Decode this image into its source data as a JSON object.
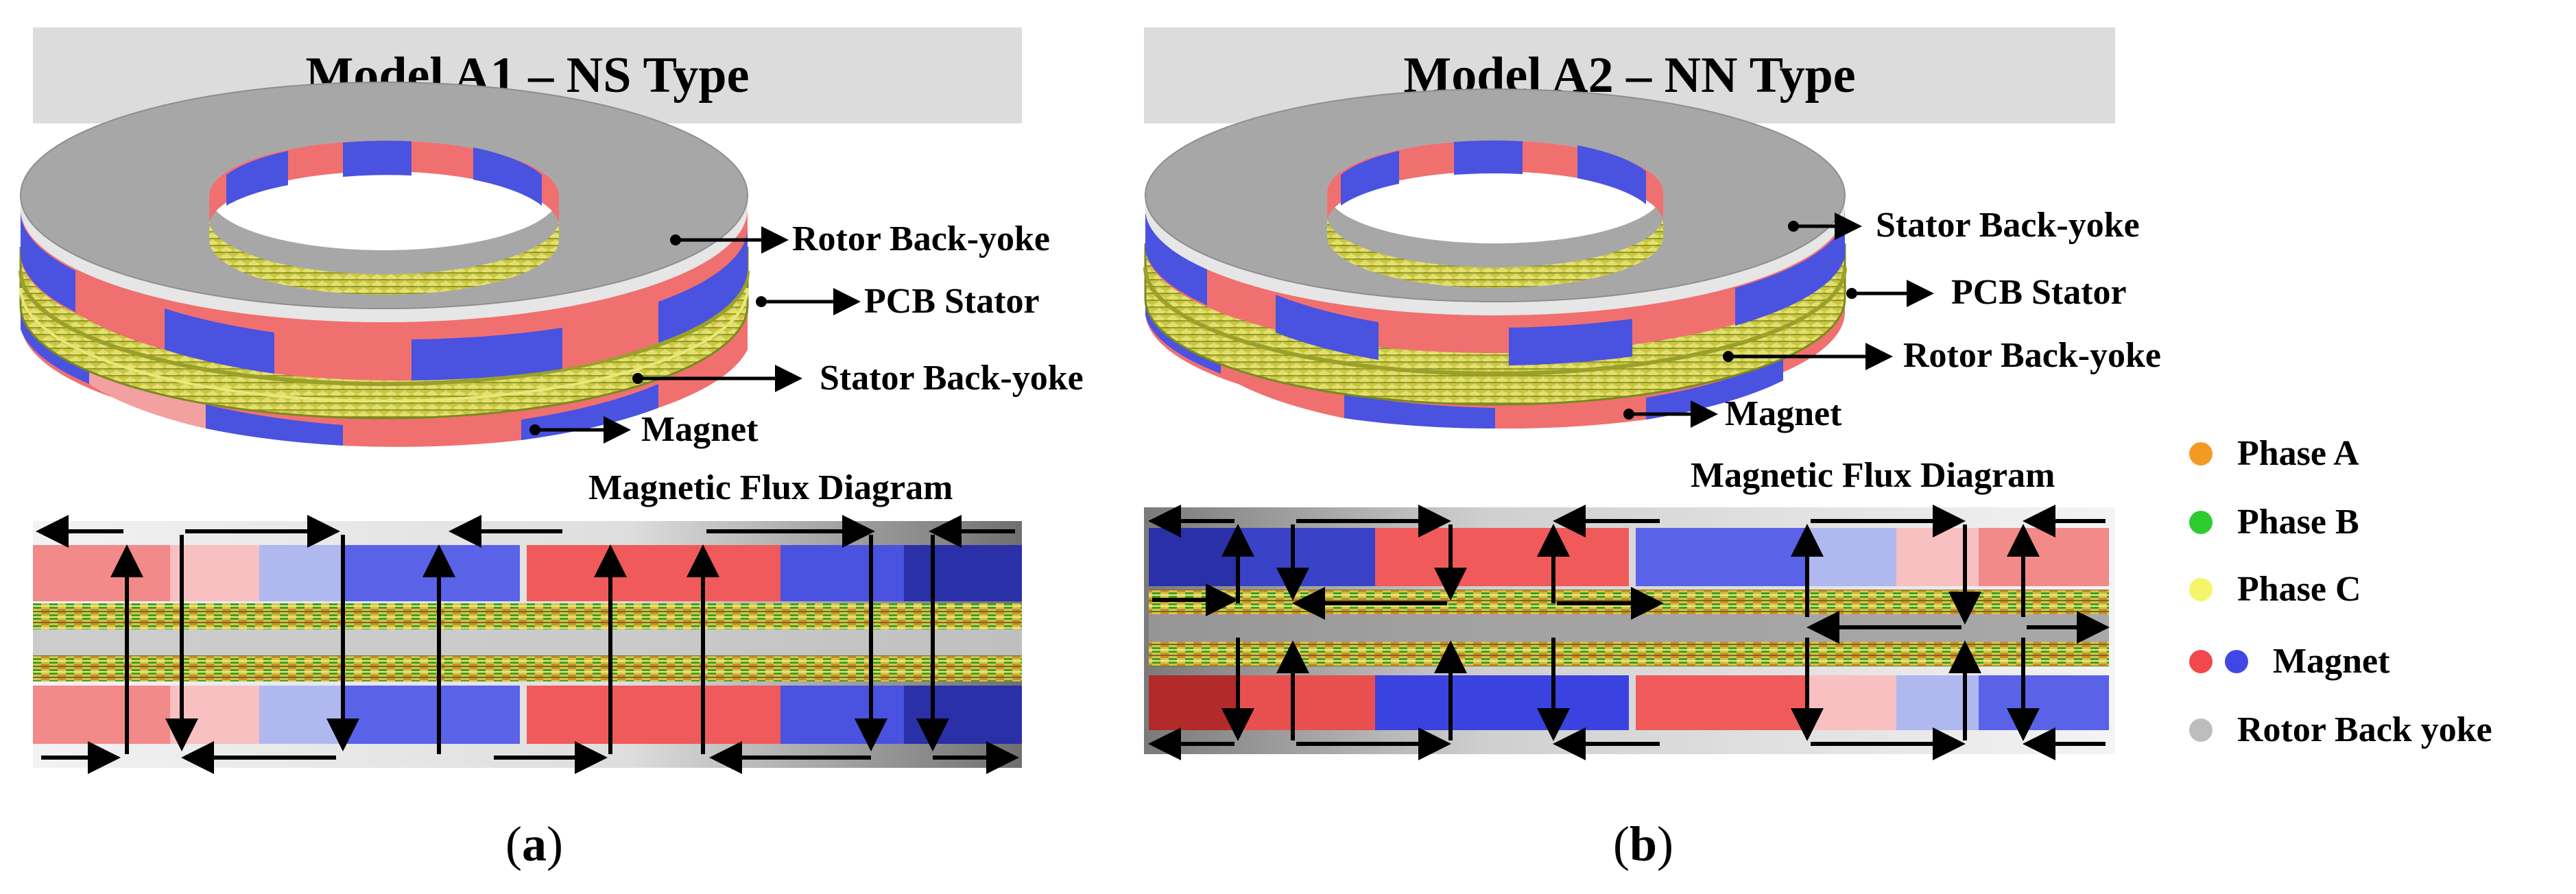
{
  "panels": [
    {
      "title": "Model A1 – NS Type",
      "callouts": [
        "Rotor Back-yoke",
        "PCB Stator",
        "Stator Back-yoke",
        "Magnet"
      ],
      "flux_title": "Magnetic Flux Diagram",
      "caption_open": "(",
      "caption_letter": "a",
      "caption_close": ")"
    },
    {
      "title": "Model A2 – NN Type",
      "callouts": [
        "Stator Back-yoke",
        "PCB Stator",
        "Rotor Back-yoke",
        "Magnet"
      ],
      "flux_title": "Magnetic Flux Diagram",
      "caption_open": "(",
      "caption_letter": "b",
      "caption_close": ")"
    }
  ],
  "legend": [
    {
      "label": "Phase A",
      "color": "#f39a25"
    },
    {
      "label": "Phase B",
      "color": "#2ecc2e"
    },
    {
      "label": "Phase C",
      "color": "#f5f56a"
    },
    {
      "label": "Magnet",
      "colors": [
        "#f0484c",
        "#3f48e6"
      ]
    },
    {
      "label": "Rotor Back yoke",
      "color": "#bdbdbd"
    }
  ],
  "colors": {
    "magnet_red": "#f0484c",
    "magnet_blue": "#3f48e6",
    "backyoke": "#a9a9a9",
    "coil_green": "#3fae2a",
    "coil_yellow": "#e8e35a",
    "coil_orange": "#d9962a"
  }
}
